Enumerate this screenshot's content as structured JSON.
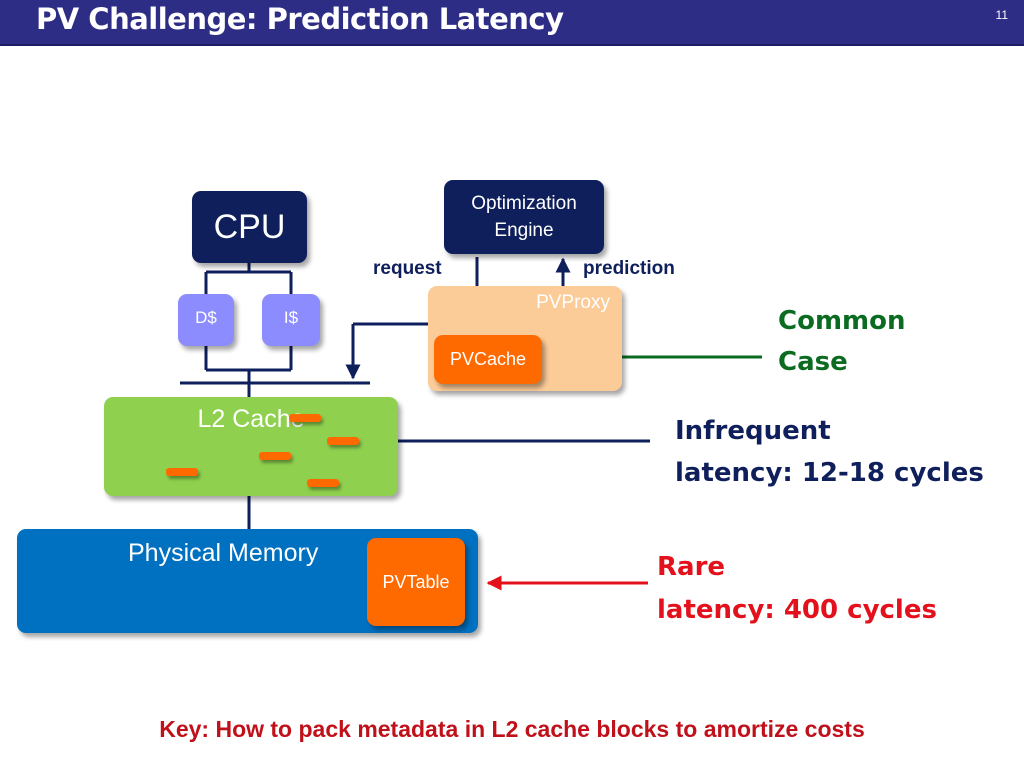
{
  "slide": {
    "title": "PV Challenge: Prediction Latency",
    "page_number": "11"
  },
  "diagram": {
    "cpu": "CPU",
    "dcache": "D$",
    "icache": "I$",
    "l2_cache": "L2 Cache",
    "physical_memory": "Physical Memory",
    "pv_table": "PVTable",
    "pv_proxy": "PVProxy",
    "pv_cache": "PVCache",
    "optimization_engine_line1": "Optimization",
    "optimization_engine_line2": "Engine",
    "request": "request",
    "prediction": "prediction"
  },
  "annotations": {
    "common_line1": "Common",
    "common_line2": "Case",
    "infrequent_line1": "Infrequent",
    "infrequent_line2": "latency: 12-18 cycles",
    "rare_line1": "Rare",
    "rare_line2": "latency: 400 cycles"
  },
  "footer": {
    "key": "Key: How to pack metadata in L2 cache blocks to amortize costs"
  },
  "colors": {
    "header": "#2d2d86",
    "navy": "#0f1f5c",
    "green_annotation": "#0b6b21",
    "red_annotation": "#e3111b",
    "orange": "#ff6a00",
    "l2_green": "#8fd14f",
    "memory_blue": "#0070c0",
    "proxy_peach": "#fbcb98",
    "cache_lavender": "#8c8cff"
  }
}
